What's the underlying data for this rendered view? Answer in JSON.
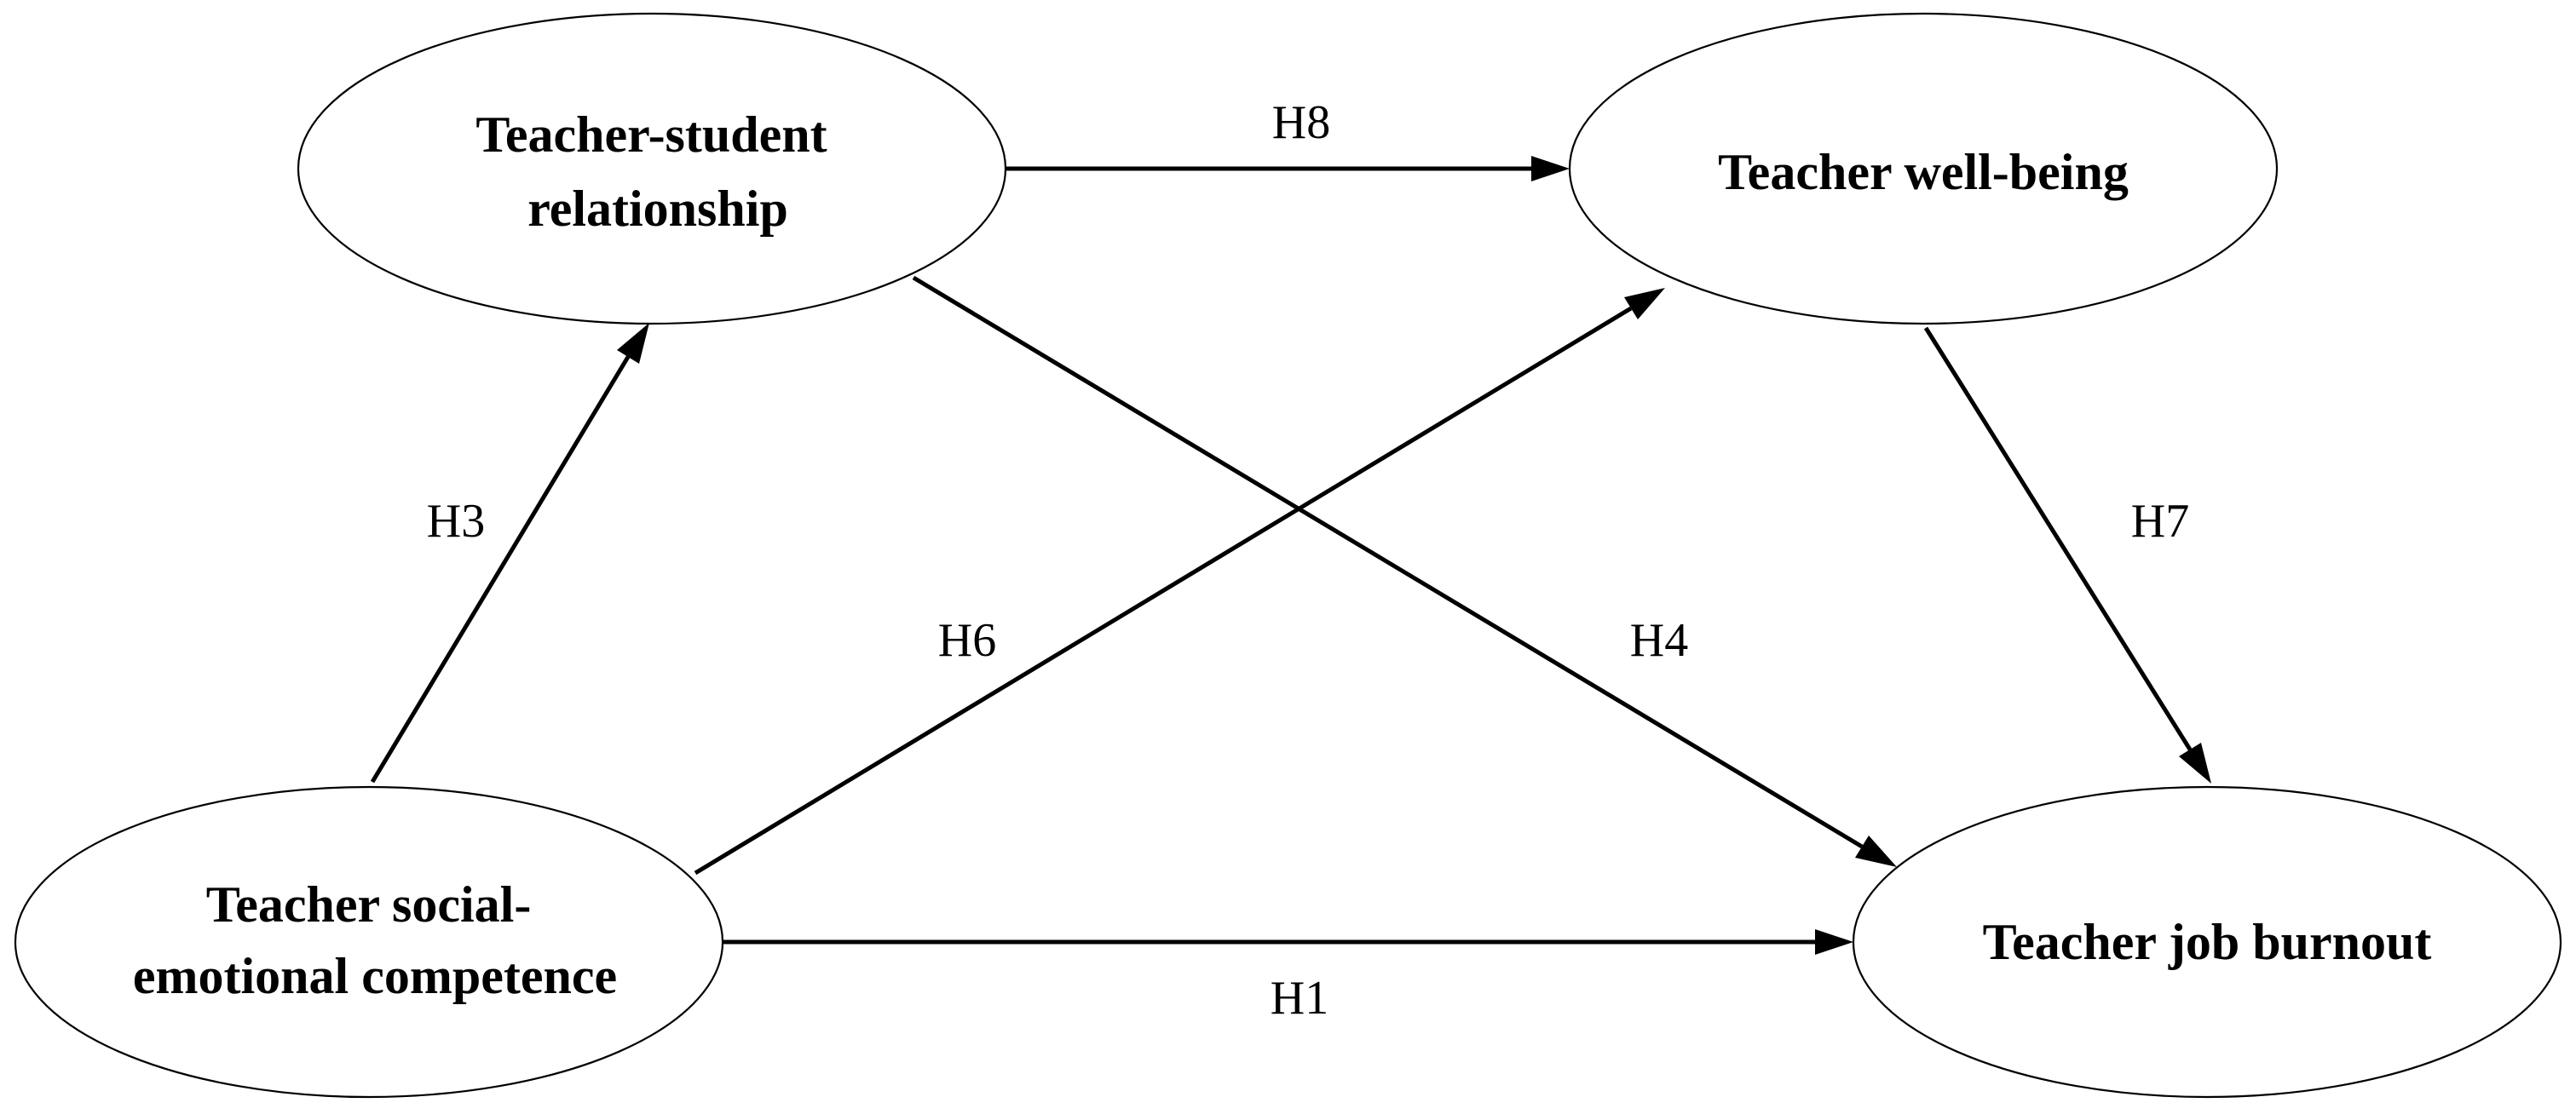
{
  "diagram": {
    "nodes": {
      "tsr": {
        "lines": [
          "Teacher-student",
          "relationship"
        ]
      },
      "twb": {
        "lines": [
          "Teacher well-being"
        ]
      },
      "tsec": {
        "lines": [
          "Teacher social-",
          "emotional competence"
        ]
      },
      "tjb": {
        "lines": [
          "Teacher job burnout"
        ]
      }
    },
    "edges": {
      "h8": {
        "from": "tsr",
        "to": "twb",
        "label": "H8"
      },
      "h3": {
        "from": "tsec",
        "to": "tsr",
        "label": "H3"
      },
      "h6": {
        "from": "tsec",
        "to": "twb",
        "label": "H6"
      },
      "h4": {
        "from": "tsr",
        "to": "tjb",
        "label": "H4"
      },
      "h7": {
        "from": "twb",
        "to": "tjb",
        "label": "H7"
      },
      "h1": {
        "from": "tsec",
        "to": "tjb",
        "label": "H1"
      }
    }
  }
}
